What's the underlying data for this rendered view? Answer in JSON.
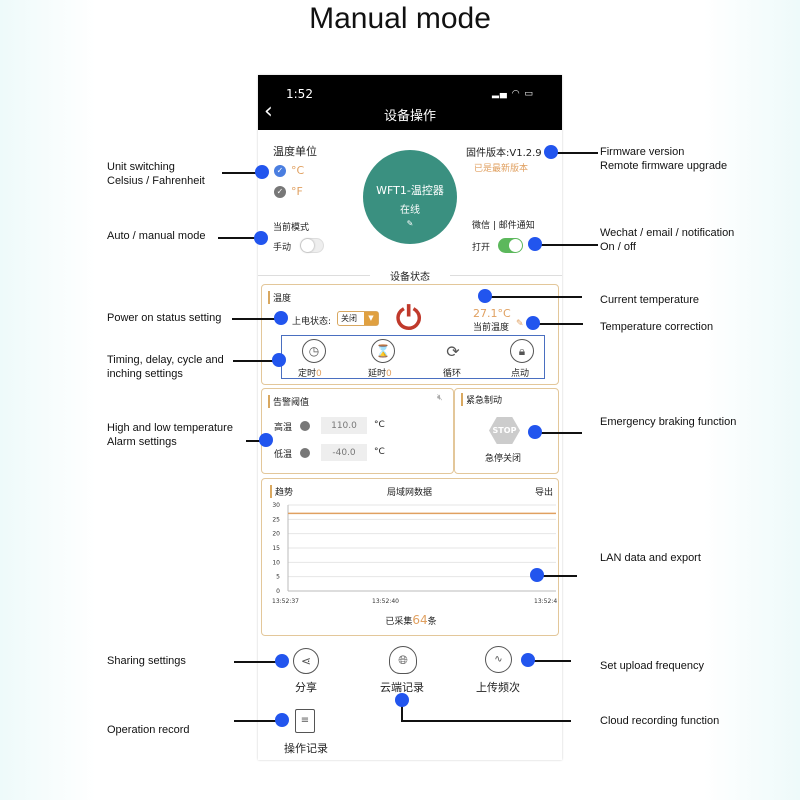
{
  "title": "Manual mode",
  "status_bar": {
    "time": "1:52"
  },
  "nav": {
    "title": "设备操作"
  },
  "unit": {
    "label": "温度单位",
    "celsius": "°C",
    "fahrenheit": "°F"
  },
  "device": {
    "name": "WFT1-温控器",
    "status": "在线"
  },
  "firmware": {
    "label": "固件版本:V1.2.9",
    "status": "已是最新版本"
  },
  "mode": {
    "label": "当前模式",
    "value": "手动",
    "on": false
  },
  "notify": {
    "label": "微信 | 邮件通知",
    "value": "打开",
    "on": true
  },
  "section_title": "设备状态",
  "temp": {
    "title": "温度",
    "power_label": "上电状态:",
    "power_value": "关闭",
    "current": "27.1°C",
    "current_label": "当前温度"
  },
  "timers": [
    {
      "label": "定时",
      "count": "0"
    },
    {
      "label": "延时",
      "count": "0"
    },
    {
      "label": "循环"
    },
    {
      "label": "点动"
    }
  ],
  "alarm": {
    "title": "告警阈值",
    "high_label": "高温",
    "high_value": "110.0",
    "low_label": "低温",
    "low_value": "-40.0",
    "unit": "°C"
  },
  "emergency": {
    "title": "紧急制动",
    "stop": "STOP",
    "label": "急停关闭"
  },
  "trend": {
    "title": "趋势",
    "center": "局域网数据",
    "export": "导出",
    "collected_prefix": "已采集",
    "collected_count": "64",
    "collected_suffix": "条"
  },
  "chart_data": {
    "type": "line",
    "x_ticks": [
      "13:52:37",
      "13:52:40",
      "13:52:4"
    ],
    "y_ticks": [
      "0",
      "5",
      "10",
      "15",
      "20",
      "25",
      "30"
    ],
    "ylim": [
      0,
      30
    ],
    "series": [
      {
        "values": [
          27.1,
          27.1
        ]
      }
    ],
    "color": "#e0a060",
    "grid": true
  },
  "bottom": {
    "share": "分享",
    "cloud": "云端记录",
    "upload": "上传频次",
    "log": "操作记录"
  },
  "annotations": {
    "unit": [
      "Unit switching",
      "Celsius / Fahrenheit"
    ],
    "mode": "Auto / manual mode",
    "power": "Power on status setting",
    "timing": [
      "Timing, delay, cycle and",
      "inching settings"
    ],
    "alarm": [
      "High and low temperature",
      "Alarm settings"
    ],
    "share": "Sharing settings",
    "log": "Operation record",
    "firmware": [
      "Firmware version",
      "Remote firmware upgrade"
    ],
    "notify": [
      "Wechat / email / notification",
      "On / off"
    ],
    "current": "Current temperature",
    "correction": "Temperature correction",
    "emergency": "Emergency braking function",
    "lan": "LAN data and export",
    "upload": "Set upload frequency",
    "cloud": "Cloud recording function"
  }
}
